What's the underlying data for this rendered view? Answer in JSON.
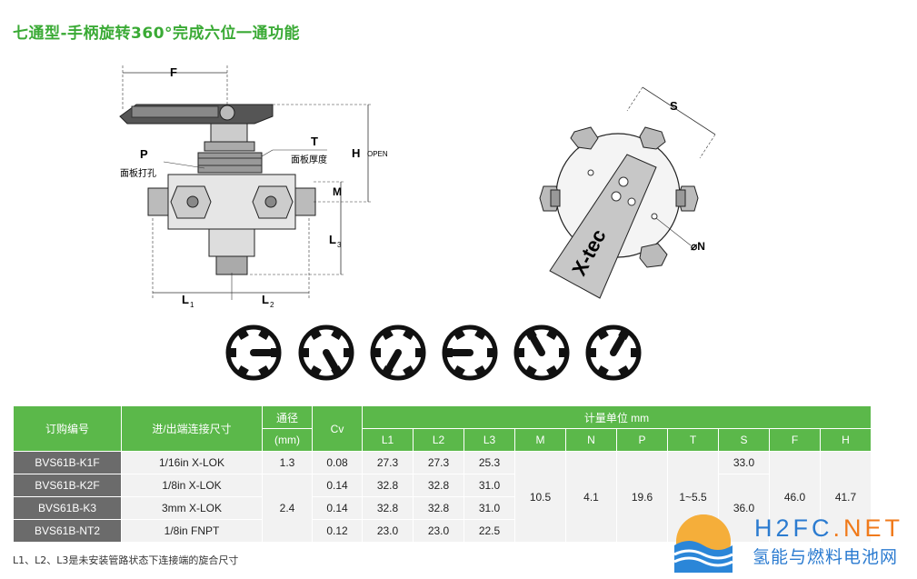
{
  "title": "七通型-手柄旋转360°完成六位一通功能",
  "drawing": {
    "dim_F": "F",
    "dim_P": "P",
    "panel_hole": "面板打孔",
    "dim_T": "T",
    "panel_thickness": "面板厚度",
    "dim_H": "H",
    "open": "OPEN",
    "dim_M": "M",
    "dim_L3": "L",
    "dim_L3_sub": "3",
    "dim_L1": "L",
    "dim_L1_sub": "1",
    "dim_L2": "L",
    "dim_L2_sub": "2",
    "dim_S": "S",
    "dim_N": "⌀N",
    "brand": "X-tec"
  },
  "table": {
    "headers": {
      "order": "订购编号",
      "connection": "进/出端连接尺寸",
      "bore": "通径",
      "bore_unit": "(mm)",
      "cv": "Cv",
      "unit": "计量单位 mm",
      "cols": [
        "L1",
        "L2",
        "L3",
        "M",
        "N",
        "P",
        "T",
        "S",
        "F",
        "H"
      ]
    },
    "rows": [
      {
        "code": "BVS61B-K1F",
        "conn": "1/16in X-LOK",
        "bore": "1.3",
        "cv": "0.08",
        "l1": "27.3",
        "l2": "27.3",
        "l3": "25.3"
      },
      {
        "code": "BVS61B-K2F",
        "conn": "1/8in X-LOK",
        "cv": "0.14",
        "l1": "32.8",
        "l2": "32.8",
        "l3": "31.0"
      },
      {
        "code": "BVS61B-K3",
        "conn": "3mm X-LOK",
        "cv": "0.14",
        "l1": "32.8",
        "l2": "32.8",
        "l3": "31.0"
      },
      {
        "code": "BVS61B-NT2",
        "conn": "1/8in FNPT",
        "cv": "0.12",
        "l1": "23.0",
        "l2": "23.0",
        "l3": "22.5"
      }
    ],
    "bore_shared": "2.4",
    "M": "10.5",
    "N": "4.1",
    "P": "19.6",
    "T": "1~5.5",
    "S_first": "33.0",
    "S_rest": "36.0",
    "F": "46.0",
    "H": "41.7"
  },
  "note": "L1、L2、L3是未安装管路状态下连接端的旋合尺寸",
  "logo": {
    "name_main": "H2FC",
    "name_dot": ".NET",
    "subtitle": "氢能与燃料电池网"
  }
}
